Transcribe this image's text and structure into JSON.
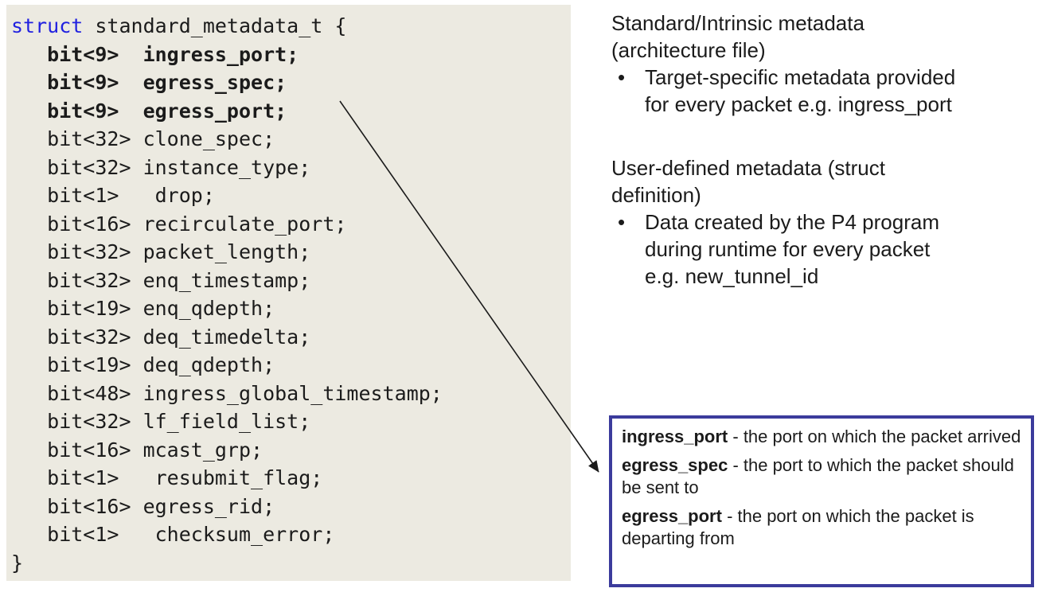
{
  "code_block": {
    "keyword": "struct",
    "header": " standard_metadata_t {",
    "fields": [
      {
        "text": "   bit<9>  ingress_port;",
        "bold": true
      },
      {
        "text": "   bit<9>  egress_spec;",
        "bold": true
      },
      {
        "text": "   bit<9>  egress_port;",
        "bold": true
      },
      {
        "text": "   bit<32> clone_spec;",
        "bold": false
      },
      {
        "text": "   bit<32> instance_type;",
        "bold": false
      },
      {
        "text": "   bit<1>   drop;",
        "bold": false
      },
      {
        "text": "   bit<16> recirculate_port;",
        "bold": false
      },
      {
        "text": "   bit<32> packet_length;",
        "bold": false
      },
      {
        "text": "   bit<32> enq_timestamp;",
        "bold": false
      },
      {
        "text": "   bit<19> enq_qdepth;",
        "bold": false
      },
      {
        "text": "   bit<32> deq_timedelta;",
        "bold": false
      },
      {
        "text": "   bit<19> deq_qdepth;",
        "bold": false
      },
      {
        "text": "   bit<48> ingress_global_timestamp;",
        "bold": false
      },
      {
        "text": "   bit<32> lf_field_list;",
        "bold": false
      },
      {
        "text": "   bit<16> mcast_grp;",
        "bold": false
      },
      {
        "text": "   bit<1>   resubmit_flag;",
        "bold": false
      },
      {
        "text": "   bit<16> egress_rid;",
        "bold": false
      },
      {
        "text": "   bit<1>   checksum_error;",
        "bold": false
      }
    ],
    "closing_brace": "}"
  },
  "notes": {
    "bullet_glyph": "•",
    "section1": {
      "title": "Standard/Intrinsic metadata (architecture file)",
      "bullets": [
        "Target-specific metadata provided for every packet e.g. ingress_port"
      ]
    },
    "section2": {
      "title": "User-defined metadata (struct definition)",
      "bullets": [
        "Data created by the P4 program during runtime for every packet e.g. new_tunnel_id"
      ]
    }
  },
  "callout": {
    "border_color": "#3B3B9C",
    "entries": [
      {
        "term": "ingress_port",
        "description": " - the port on which the packet arrived"
      },
      {
        "term": "egress_spec",
        "description": " - the port to which the packet should be sent to"
      },
      {
        "term": "egress_port",
        "description": " - the port on which the packet is departing from"
      }
    ]
  },
  "colors": {
    "code_background": "#ECEAE1",
    "keyword_blue": "#2121E0",
    "text": "#1B1B1B"
  }
}
